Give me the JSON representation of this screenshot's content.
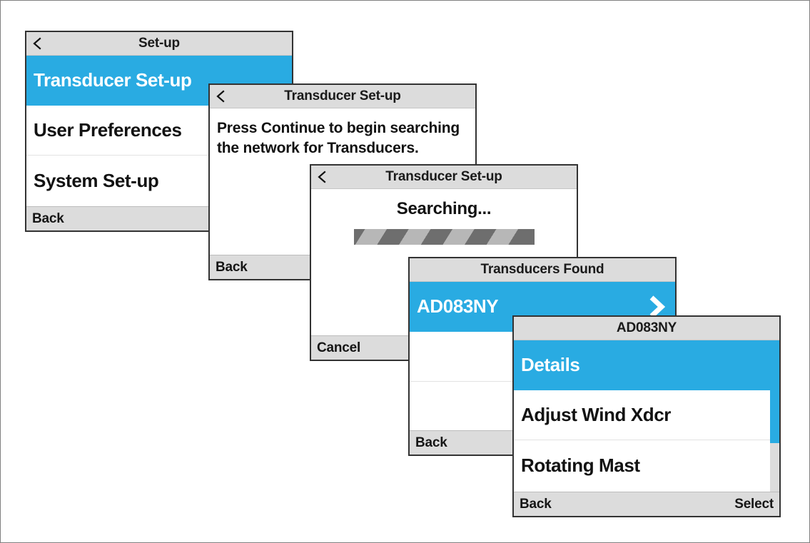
{
  "colors": {
    "accent": "#29abe2",
    "titlebar_bg": "#dcdcdc",
    "panel_border": "#333333",
    "text": "#121212",
    "selected_text": "#ffffff",
    "progress_track": "#b7b7b7",
    "progress_stripe": "#6e6e6e"
  },
  "panels": {
    "setup": {
      "title": "Set-up",
      "back_icon": "chevron-left-icon",
      "items": [
        {
          "label": "Transducer Set-up",
          "selected": true
        },
        {
          "label": "User Preferences",
          "selected": false
        },
        {
          "label": "System Set-up",
          "selected": false
        }
      ],
      "softkeys": {
        "left": "Back",
        "right": ""
      },
      "scrollbar": {
        "thumb_top_pct": 0,
        "thumb_height_pct": 58
      }
    },
    "transducer_intro": {
      "title": "Transducer Set-up",
      "back_icon": "chevron-left-icon",
      "message": "Press Continue to begin searching the network for Transducers.",
      "softkeys": {
        "left": "Back",
        "right": ""
      }
    },
    "searching": {
      "title": "Transducer Set-up",
      "back_icon": "chevron-left-icon",
      "status": "Searching...",
      "progress_icon": "striped-progress-bar",
      "softkeys": {
        "left": "Cancel",
        "right": ""
      }
    },
    "transducers_found": {
      "title": "Transducers Found",
      "back_icon": null,
      "items": [
        {
          "label": "AD083NY",
          "selected": true,
          "arrow_icon": "chevron-right-icon"
        },
        {
          "label": "",
          "selected": false,
          "arrow_icon": null
        },
        {
          "label": "",
          "selected": false,
          "arrow_icon": null
        }
      ],
      "softkeys": {
        "left": "Back",
        "right": ""
      }
    },
    "device_menu": {
      "title": "AD083NY",
      "back_icon": null,
      "items": [
        {
          "label": "Details",
          "selected": true
        },
        {
          "label": "Adjust Wind Xdcr",
          "selected": false
        },
        {
          "label": "Rotating Mast",
          "selected": false
        }
      ],
      "softkeys": {
        "left": "Back",
        "right": "Select"
      },
      "scrollbar": {
        "thumb_top_pct": 0,
        "thumb_height_pct": 68
      }
    }
  }
}
